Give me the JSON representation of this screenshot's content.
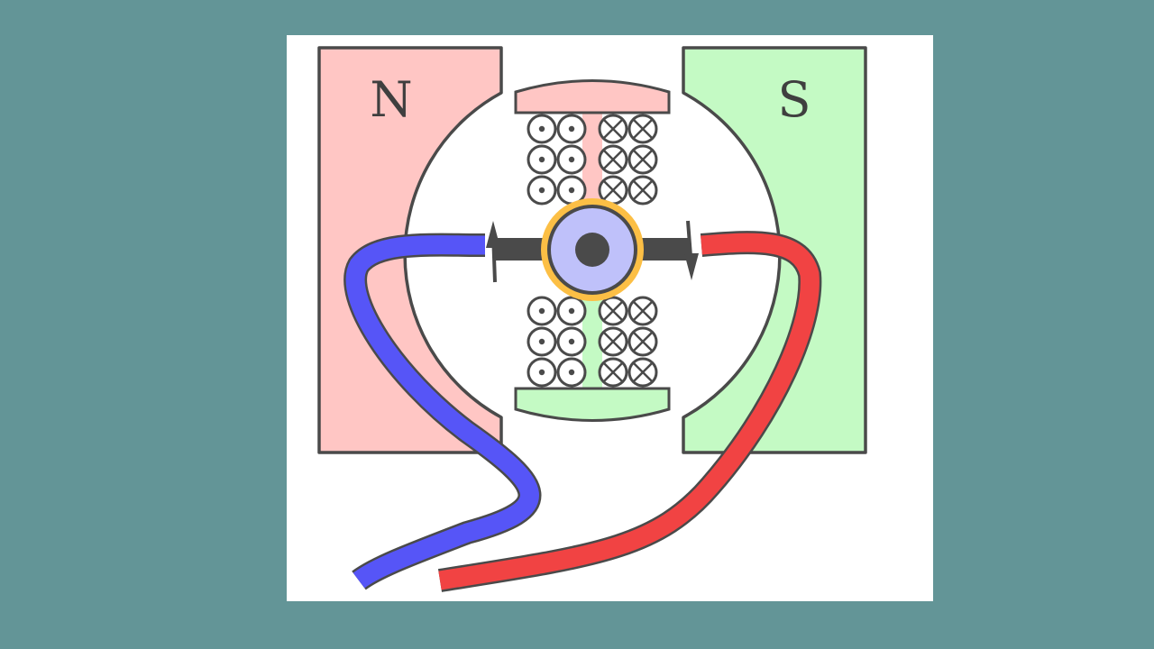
{
  "slide": {
    "background_color": "#639597",
    "canvas_color": "#ffffff"
  },
  "diagram": {
    "north_pole": {
      "label": "N",
      "color": "#ffc6c4"
    },
    "south_pole": {
      "label": "S",
      "color": "#c4fac4"
    },
    "armature_top_color": "#ffc6c4",
    "armature_bottom_color": "#c4fac4",
    "commutator_color": "#bfc1fa",
    "brush_color": "#fcbf45",
    "wire_negative_color": "#5655f7",
    "wire_positive_color": "#f14343",
    "outline_color": "#4a4a4a",
    "coil_left_symbol": "dot",
    "coil_right_symbol": "cross"
  }
}
